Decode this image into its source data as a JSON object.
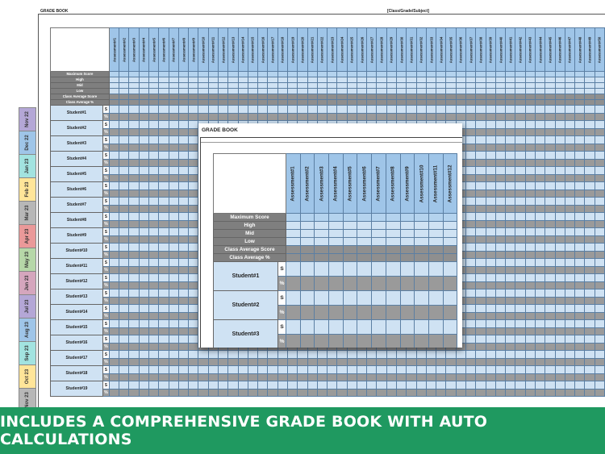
{
  "sheet": {
    "title": "GRADE BOOK",
    "subtitle": "[Class/Grade/Subject]",
    "assessments": [
      "Assessment#1",
      "Assessment#2",
      "Assessment#3",
      "Assessment#4",
      "Assessment#5",
      "Assessment#6",
      "Assessment#7",
      "Assessment#8",
      "Assessment#9",
      "Assessment#10",
      "Assessment#11",
      "Assessment#12",
      "Assessment#13",
      "Assessment#14",
      "Assessment#15",
      "Assessment#16",
      "Assessment#17",
      "Assessment#18",
      "Assessment#19",
      "Assessment#20",
      "Assessment#21",
      "Assessment#22",
      "Assessment#23",
      "Assessment#24",
      "Assessment#25",
      "Assessment#26",
      "Assessment#27",
      "Assessment#28",
      "Assessment#29",
      "Assessment#30",
      "Assessment#31",
      "Assessment#32",
      "Assessment#33",
      "Assessment#34",
      "Assessment#35",
      "Assessment#36",
      "Assessment#37",
      "Assessment#38",
      "Assessment#39",
      "Assessment#40",
      "Assessment#41",
      "Assessment#42",
      "Assessment#43",
      "Assessment#44",
      "Assessment#45",
      "Assessment#46",
      "Assessment#47",
      "Assessment#48",
      "Assessment#49",
      "Assessment#50"
    ],
    "summary_rows": [
      "Maximum Score",
      "High",
      "Mid",
      "Low",
      "Class Average Score",
      "Class Average %"
    ],
    "students": [
      "Student#1",
      "Student#2",
      "Student#3",
      "Student#4",
      "Student#5",
      "Student#6",
      "Student#7",
      "Student#8",
      "Student#9",
      "Student#10",
      "Student#11",
      "Student#12",
      "Student#13",
      "Student#14",
      "Student#15",
      "Student#16",
      "Student#17",
      "Student#18",
      "Student#19"
    ],
    "score_marker": "S",
    "percent_marker": "%"
  },
  "months": [
    {
      "label": "Nov 22",
      "color": "#b4a7d6"
    },
    {
      "label": "Dec 22",
      "color": "#9fc5e8"
    },
    {
      "label": "Jan 23",
      "color": "#a2e3e0"
    },
    {
      "label": "Feb 23",
      "color": "#ffe599"
    },
    {
      "label": "Mar 23",
      "color": "#b7b7b7"
    },
    {
      "label": "Apr 23",
      "color": "#ea9999"
    },
    {
      "label": "May 23",
      "color": "#b6d7a8"
    },
    {
      "label": "Jun 23",
      "color": "#d5a6bd"
    },
    {
      "label": "Jul 23",
      "color": "#b4a7d6"
    },
    {
      "label": "Aug 23",
      "color": "#9fc5e8"
    },
    {
      "label": "Sep 23",
      "color": "#a2e3e0"
    },
    {
      "label": "Oct 23",
      "color": "#ffe599"
    },
    {
      "label": "Nov 23",
      "color": "#b7b7b7"
    }
  ],
  "popup": {
    "title": "GRADE BOOK",
    "assessments": [
      "Assessment#1",
      "Assessment#2",
      "Assessment#3",
      "Assessment#4",
      "Assessment#5",
      "Assessment#6",
      "Assessment#7",
      "Assessment#8",
      "Assessment#9",
      "Assessment#10",
      "Assessment#11",
      "Assessment#12"
    ],
    "summary_rows": [
      "Maximum Score",
      "High",
      "Mid",
      "Low",
      "Class Average Score",
      "Class Average %"
    ],
    "students": [
      "Student#1",
      "Student#2",
      "Student#3"
    ],
    "score_marker": "S",
    "percent_marker": "%"
  },
  "banner": {
    "text": "INCLUDES A COMPREHENSIVE GRADE BOOK WITH AUTO CALCULATIONS",
    "color": "#1f9960"
  }
}
